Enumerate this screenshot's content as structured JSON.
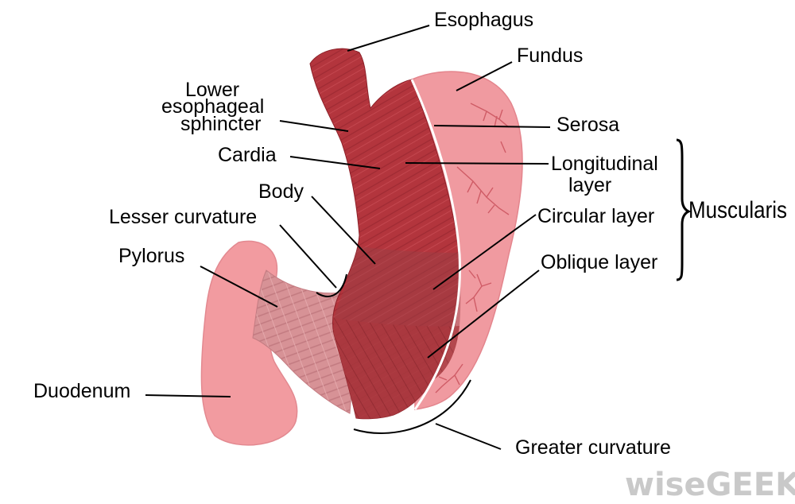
{
  "labels": {
    "esophagus": "Esophagus",
    "fundus": "Fundus",
    "les_line1": "Lower",
    "les_line2": "esophageal",
    "les_line3": "sphincter",
    "serosa": "Serosa",
    "cardia": "Cardia",
    "longitudinal_line1": "Longitudinal",
    "longitudinal_line2": "layer",
    "body": "Body",
    "lesser_curvature": "Lesser curvature",
    "circular_layer": "Circular layer",
    "muscularis": "Muscularis",
    "pylorus": "Pylorus",
    "oblique_layer": "Oblique layer",
    "duodenum": "Duodenum",
    "greater_curvature": "Greater curvature"
  },
  "watermark": "wiseGEEK",
  "colors": {
    "muscle_dark": "#b3353d",
    "muscle_mid": "#a8393f",
    "serosa_pink": "#f09aa0",
    "duodenum_pink": "#f29ba0",
    "pylorus_pink": "#d79296",
    "vessel": "#cf5c66",
    "watermark": "#c9c9c9"
  }
}
